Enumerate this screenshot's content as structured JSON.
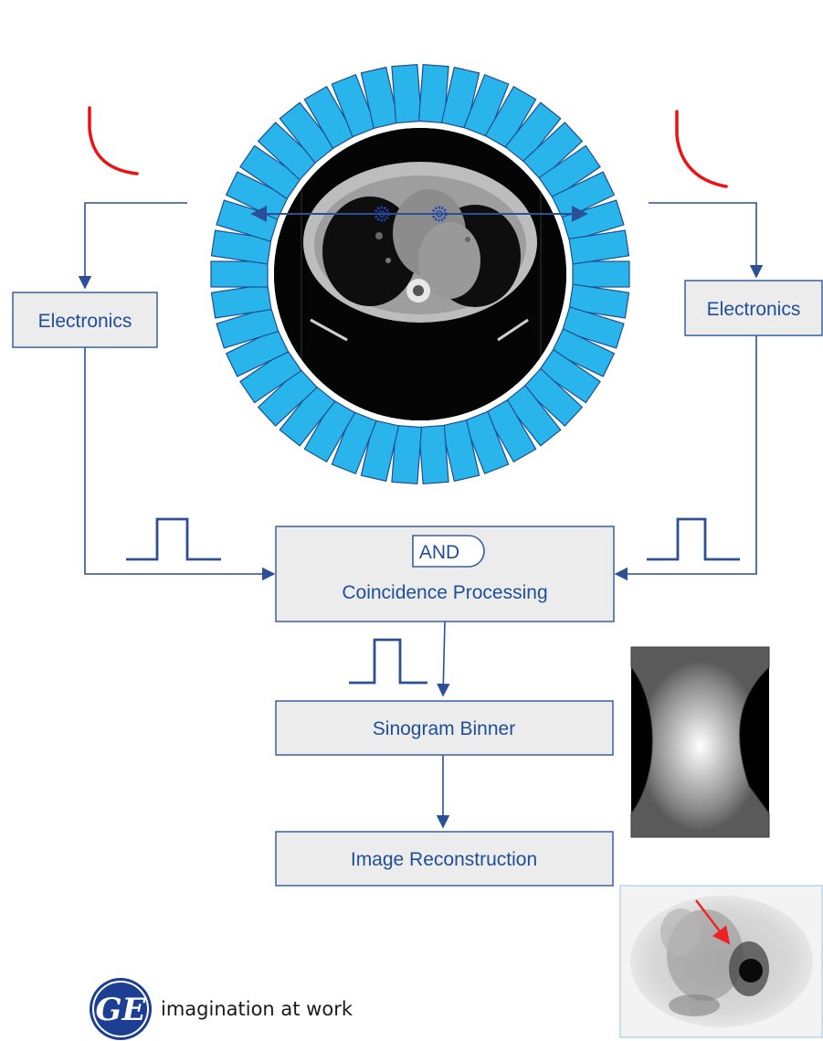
{
  "detector": {
    "crystal_count": 42,
    "crystal_color": "#29b4ec",
    "crystal_stroke": "#1d4f8f"
  },
  "labels": {
    "electronics_left": "Electronics",
    "electronics_right": "Electronics",
    "and_gate": "AND",
    "coincidence": "Coincidence Processing",
    "sinogram": "Sinogram Binner",
    "reconstruction": "Image Reconstruction"
  },
  "branding": {
    "logo_text": "GE",
    "tagline": "imagination at work",
    "logo_color": "#1c3f94"
  },
  "colors": {
    "line": "#2c4f96",
    "box_fill": "#ececec",
    "box_stroke": "#3a5ea6",
    "signal_red": "#ee1111",
    "arrow_red": "#ee2222"
  },
  "icons": {
    "annihilation_points": "gear-icon",
    "pet_arrow": "red-arrow-icon"
  }
}
